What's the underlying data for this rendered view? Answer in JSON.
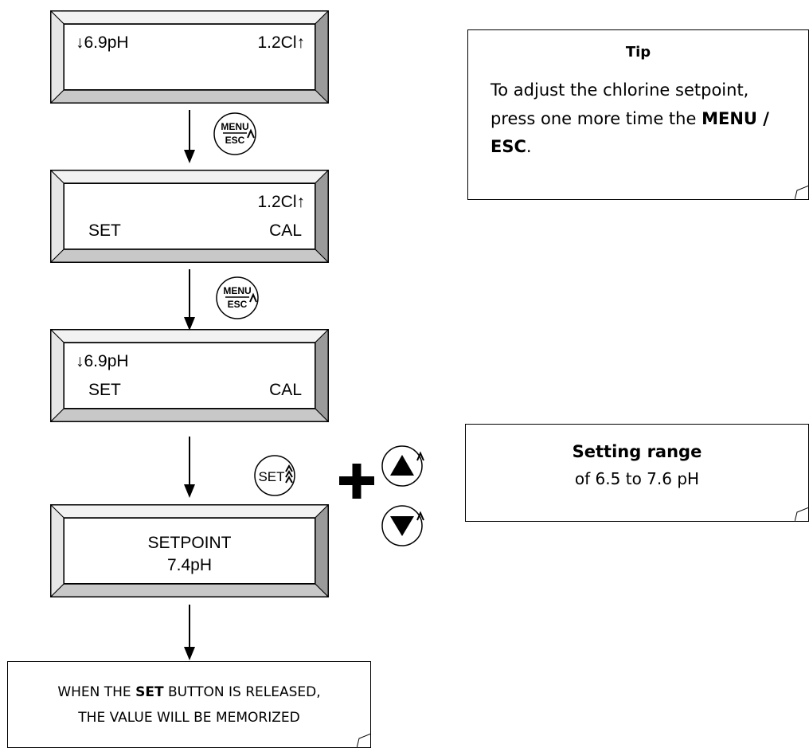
{
  "displays": {
    "d1": {
      "top_left": "↓6.9pH",
      "top_right": "1.2Cl↑"
    },
    "d2": {
      "top_right": "1.2Cl↑",
      "bottom_left": "SET",
      "bottom_right": "CAL"
    },
    "d3": {
      "top_left": "↓6.9pH",
      "bottom_left": "SET",
      "bottom_right": "CAL"
    },
    "d4": {
      "line1": "SETPOINT",
      "line2": "7.4pH"
    }
  },
  "buttons": {
    "menu_esc_top": "MENU",
    "menu_esc_bottom": "ESC",
    "set": "SET",
    "plus": "+"
  },
  "tip": {
    "title": "Tip",
    "body_before": "To adjust the chlorine setpoint, press one more time the ",
    "body_bold1": "MENU /",
    "body_mid": " ",
    "body_bold2": "ESC",
    "body_after": "."
  },
  "range_note": {
    "title": "Setting range",
    "body": "of 6.5 to 7.6 pH"
  },
  "bottom_note": {
    "line1_before": "WHEN THE ",
    "line1_bold": "SET",
    "line1_after": " BUTTON IS RELEASED,",
    "line2": "THE VALUE WILL BE MEMORIZED"
  }
}
